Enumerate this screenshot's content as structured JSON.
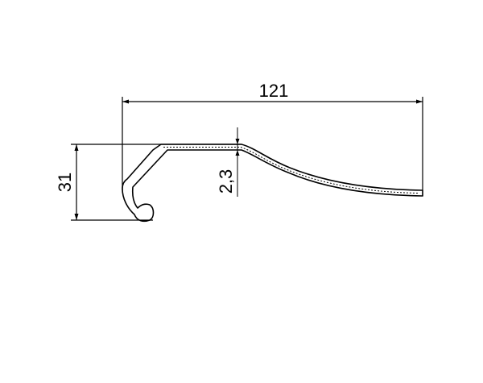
{
  "drawing": {
    "colors": {
      "line": "#000000",
      "background": "#ffffff"
    },
    "dimensions": {
      "width_label": "121",
      "height_label": "31",
      "thickness_label": "2,3"
    }
  }
}
